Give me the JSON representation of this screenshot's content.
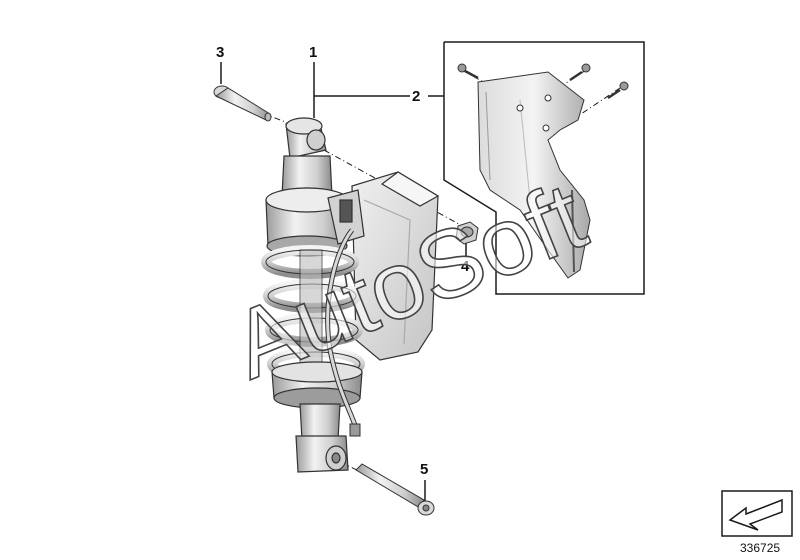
{
  "callouts": [
    {
      "id": "1",
      "label": "1"
    },
    {
      "id": "2",
      "label": "2"
    },
    {
      "id": "3",
      "label": "3"
    },
    {
      "id": "4",
      "label": "4"
    },
    {
      "id": "5",
      "label": "5"
    }
  ],
  "watermark_text": "AutoSoft",
  "reference_number": "336725",
  "icons": {
    "nav_arrow": "arrow-down-left-icon"
  },
  "colors": {
    "line": "#1a1a1a",
    "part_light": "#e6e6e6",
    "part_mid": "#bdbdbd",
    "part_dark": "#8c8c8c",
    "watermark_fill": "#ffffff",
    "watermark_stroke": "#444444"
  }
}
